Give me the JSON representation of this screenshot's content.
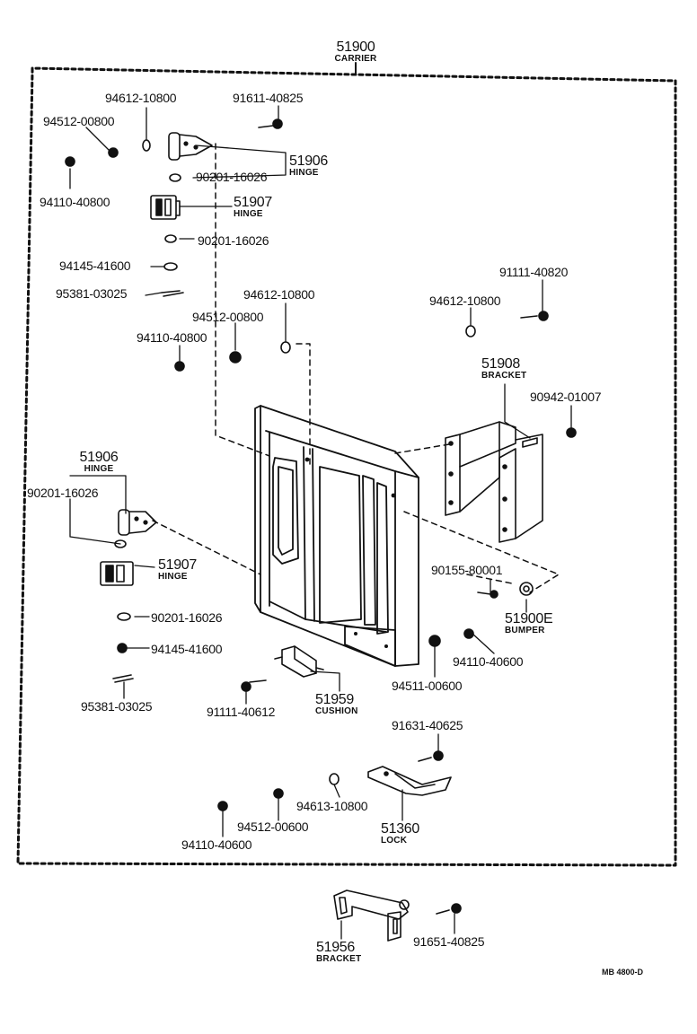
{
  "carrier": {
    "number": "51900",
    "name": "CARRIER"
  },
  "parts": {
    "p94612_10800_a": "94612-10800",
    "p91611_40825": "91611-40825",
    "p94512_00800_a": "94512-00800",
    "hinge_51906_a": {
      "number": "51906",
      "name": "HINGE"
    },
    "p90201_16026_a": "90201-16026",
    "p94110_40800_a": "94110-40800",
    "hinge_51907_a": {
      "number": "51907",
      "name": "HINGE"
    },
    "p90201_16026_b": "90201-16026",
    "p94145_41600_a": "94145-41600",
    "p95381_03025_a": "95381-03025",
    "p94612_10800_b": "94612-10800",
    "p94512_00800_b": "94512-00800",
    "p94110_40800_b": "94110-40800",
    "p91111_40820": "91111-40820",
    "p94612_10800_c": "94612-10800",
    "bracket_51908": {
      "number": "51908",
      "name": "BRACKET"
    },
    "p90942_01007": "90942-01007",
    "hinge_51906_b": {
      "number": "51906",
      "name": "HINGE"
    },
    "p90201_16026_c": "90201-16026",
    "hinge_51907_b": {
      "number": "51907",
      "name": "HINGE"
    },
    "p90155_80001": "90155-80001",
    "bumper_51900e": {
      "number": "51900E",
      "name": "BUMPER"
    },
    "p90201_16026_d": "90201-16026",
    "p94145_41600_b": "94145-41600",
    "p94110_40600_a": "94110-40600",
    "p94511_00600": "94511-00600",
    "p95381_03025_b": "95381-03025",
    "p91111_40612": "91111-40612",
    "cushion_51959": {
      "number": "51959",
      "name": "CUSHION"
    },
    "p91631_40625": "91631-40625",
    "p94613_10800": "94613-10800",
    "p94512_00600": "94512-00600",
    "lock_51360": {
      "number": "51360",
      "name": "LOCK"
    },
    "p94110_40600_b": "94110-40600",
    "bracket_51956": {
      "number": "51956",
      "name": "BRACKET"
    },
    "p91651_40825": "91651-40825"
  },
  "drawing_code": "MB 4800-D"
}
